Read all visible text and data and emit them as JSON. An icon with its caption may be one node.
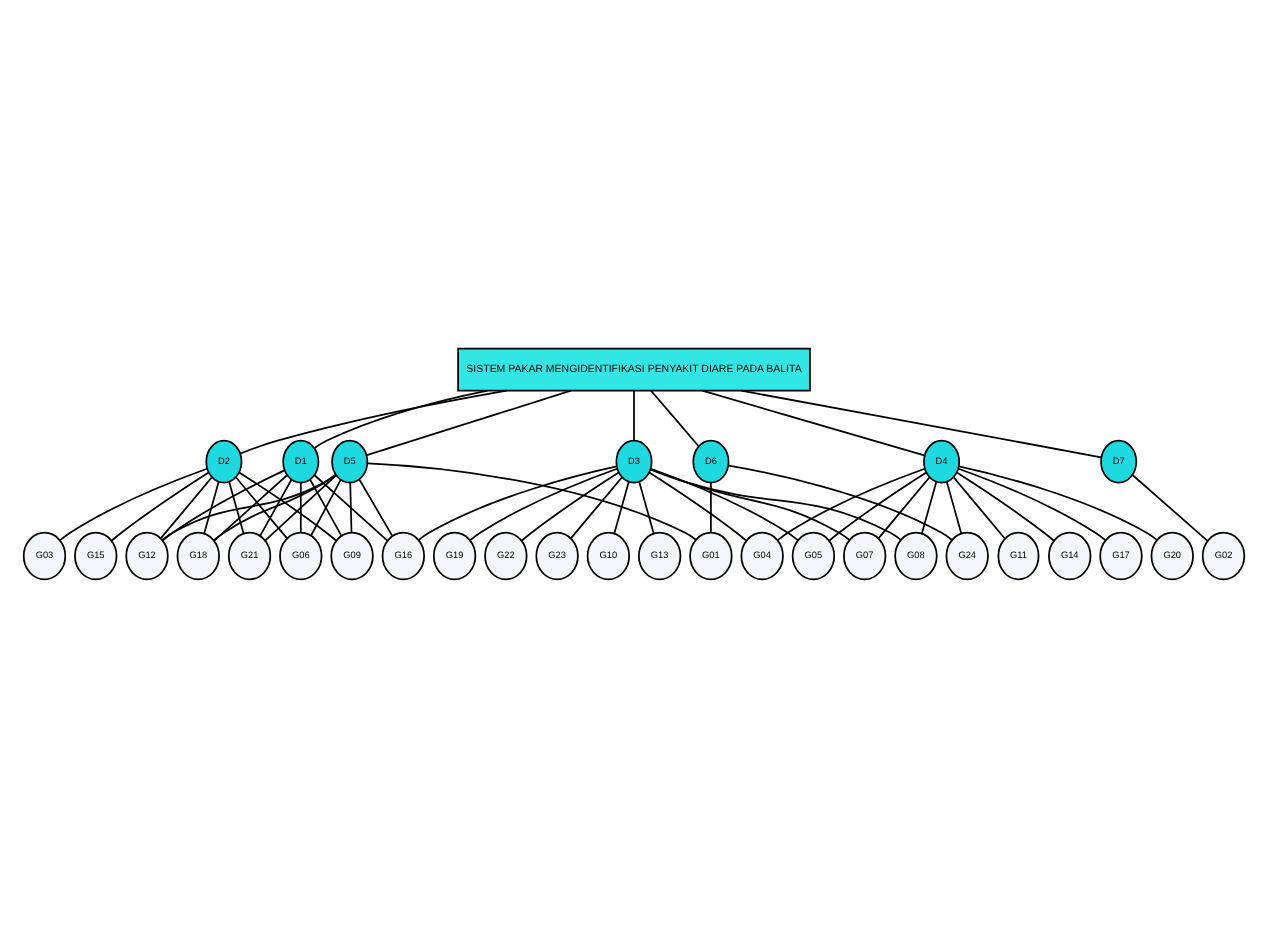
{
  "diagram": {
    "nodes": [
      {
        "text": [
          "SISTEM PAKAR MENGIDENTIFIKASI PENYAKIT DIARE PADA BALITA"
        ]
      },
      {
        "text": [
          "D1"
        ]
      },
      {
        "text": [
          "D2"
        ]
      },
      {
        "text": [
          "D3"
        ]
      },
      {
        "text": [
          "D4"
        ]
      },
      {
        "text": [
          "D5"
        ]
      },
      {
        "text": [
          "D6"
        ]
      },
      {
        "text": [
          "D7"
        ]
      },
      {
        "text": [
          "G01"
        ]
      },
      {
        "text": [
          "G02"
        ]
      },
      {
        "text": [
          "G03"
        ]
      },
      {
        "text": [
          "G04"
        ]
      },
      {
        "text": [
          "G05"
        ]
      },
      {
        "text": [
          "G06"
        ]
      },
      {
        "text": [
          "G07"
        ]
      },
      {
        "text": [
          "G08"
        ]
      },
      {
        "text": [
          "G09"
        ]
      },
      {
        "text": [
          "G10"
        ]
      },
      {
        "text": [
          "G11"
        ]
      },
      {
        "text": [
          "G12"
        ]
      },
      {
        "text": [
          "G13"
        ]
      },
      {
        "text": [
          "G14"
        ]
      },
      {
        "text": [
          "G15"
        ]
      },
      {
        "text": [
          "G16"
        ]
      },
      {
        "text": [
          "G17"
        ]
      },
      {
        "text": [
          "G18"
        ]
      },
      {
        "text": [
          "G19"
        ]
      },
      {
        "text": [
          "G20"
        ]
      },
      {
        "text": [
          "G21"
        ]
      },
      {
        "text": [
          "G22"
        ]
      },
      {
        "text": [
          "G23"
        ]
      },
      {
        "text": [
          "G24"
        ]
      }
    ],
    "edges": [
      {
        "from": 0,
        "to": 1,
        "arrow": "none"
      },
      {
        "from": 0,
        "to": 2,
        "arrow": "none"
      },
      {
        "from": 0,
        "to": 3,
        "arrow": "none"
      },
      {
        "from": 0,
        "to": 4,
        "arrow": "none"
      },
      {
        "from": 0,
        "to": 5,
        "arrow": "none"
      },
      {
        "from": 0,
        "to": 6,
        "arrow": "none"
      },
      {
        "from": 0,
        "to": 7,
        "arrow": "none"
      },
      {
        "from": 1,
        "to": 13,
        "arrow": "none"
      },
      {
        "from": 1,
        "to": 16,
        "arrow": "none"
      },
      {
        "from": 1,
        "to": 19,
        "arrow": "none"
      },
      {
        "from": 1,
        "to": 23,
        "arrow": "none"
      },
      {
        "from": 1,
        "to": 25,
        "arrow": "none"
      },
      {
        "from": 1,
        "to": 28,
        "arrow": "none"
      },
      {
        "from": 2,
        "to": 13,
        "arrow": "none"
      },
      {
        "from": 2,
        "to": 16,
        "arrow": "none"
      },
      {
        "from": 2,
        "to": 19,
        "arrow": "none"
      },
      {
        "from": 2,
        "to": 25,
        "arrow": "none"
      },
      {
        "from": 2,
        "to": 28,
        "arrow": "none"
      },
      {
        "from": 2,
        "to": 10,
        "arrow": "none"
      },
      {
        "from": 2,
        "to": 22,
        "arrow": "none"
      },
      {
        "from": 3,
        "to": 23,
        "arrow": "none"
      },
      {
        "from": 3,
        "to": 17,
        "arrow": "none"
      },
      {
        "from": 3,
        "to": 20,
        "arrow": "none"
      },
      {
        "from": 3,
        "to": 26,
        "arrow": "none"
      },
      {
        "from": 3,
        "to": 29,
        "arrow": "none"
      },
      {
        "from": 3,
        "to": 30,
        "arrow": "none"
      },
      {
        "from": 3,
        "to": 11,
        "arrow": "none"
      },
      {
        "from": 3,
        "to": 12,
        "arrow": "none"
      },
      {
        "from": 3,
        "to": 14,
        "arrow": "none"
      },
      {
        "from": 3,
        "to": 15,
        "arrow": "none"
      },
      {
        "from": 4,
        "to": 15,
        "arrow": "none"
      },
      {
        "from": 4,
        "to": 11,
        "arrow": "none"
      },
      {
        "from": 4,
        "to": 12,
        "arrow": "none"
      },
      {
        "from": 4,
        "to": 14,
        "arrow": "none"
      },
      {
        "from": 4,
        "to": 18,
        "arrow": "none"
      },
      {
        "from": 4,
        "to": 21,
        "arrow": "none"
      },
      {
        "from": 4,
        "to": 24,
        "arrow": "none"
      },
      {
        "from": 4,
        "to": 27,
        "arrow": "none"
      },
      {
        "from": 4,
        "to": 31,
        "arrow": "none"
      },
      {
        "from": 5,
        "to": 8,
        "arrow": "none"
      },
      {
        "from": 5,
        "to": 13,
        "arrow": "none"
      },
      {
        "from": 5,
        "to": 16,
        "arrow": "none"
      },
      {
        "from": 5,
        "to": 19,
        "arrow": "none"
      },
      {
        "from": 5,
        "to": 23,
        "arrow": "none"
      },
      {
        "from": 5,
        "to": 25,
        "arrow": "none"
      },
      {
        "from": 5,
        "to": 28,
        "arrow": "none"
      },
      {
        "from": 6,
        "to": 8,
        "arrow": "none"
      },
      {
        "from": 6,
        "to": 31,
        "arrow": "none"
      },
      {
        "from": 7,
        "to": 9,
        "arrow": "none"
      }
    ]
  }
}
